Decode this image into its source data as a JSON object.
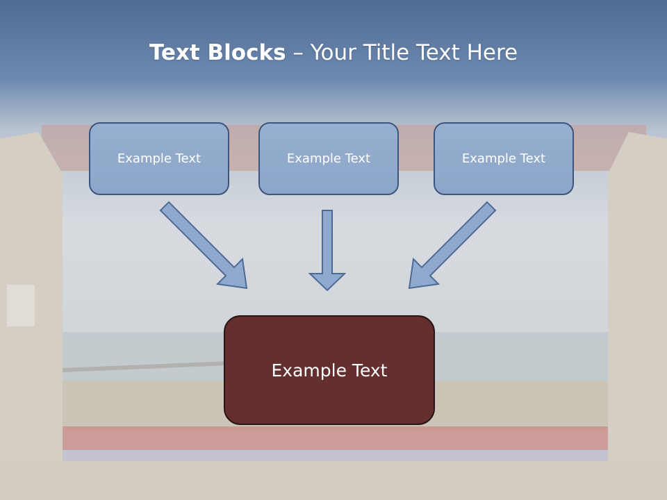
{
  "slide": {
    "title_bold": "Text Blocks",
    "title_rest": " – Your Title Text Here"
  },
  "blocks": {
    "top": [
      "Example Text",
      "Example Text",
      "Example Text"
    ],
    "bottom": "Example Text"
  },
  "colors": {
    "small_box_fill": "#8ca6c9",
    "small_box_border": "#3d557d",
    "big_box_fill": "#652f2f",
    "arrow_fill": "#8fa9cf",
    "arrow_stroke": "#4d6a95"
  }
}
